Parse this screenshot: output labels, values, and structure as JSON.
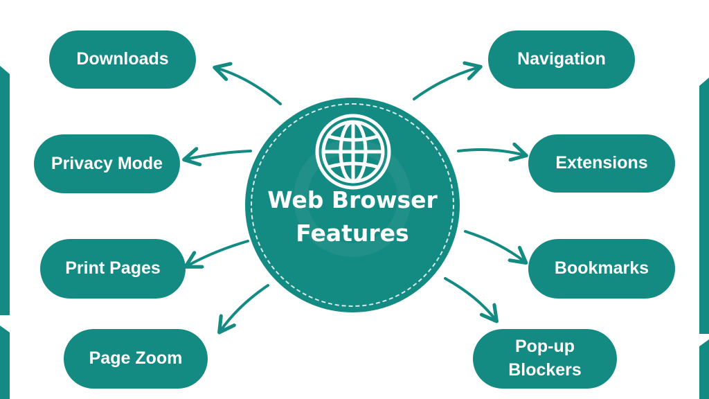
{
  "colors": {
    "teal": "#138a82",
    "text": "#ffffff",
    "background": "#ffffff"
  },
  "hub": {
    "icon": "globe-icon",
    "title": "Web Browser\nFeatures"
  },
  "left_features": [
    "Downloads",
    "Privacy Mode",
    "Print Pages",
    "Page Zoom"
  ],
  "right_features": [
    "Navigation",
    "Extensions",
    "Bookmarks",
    "Pop-up Blockers"
  ]
}
